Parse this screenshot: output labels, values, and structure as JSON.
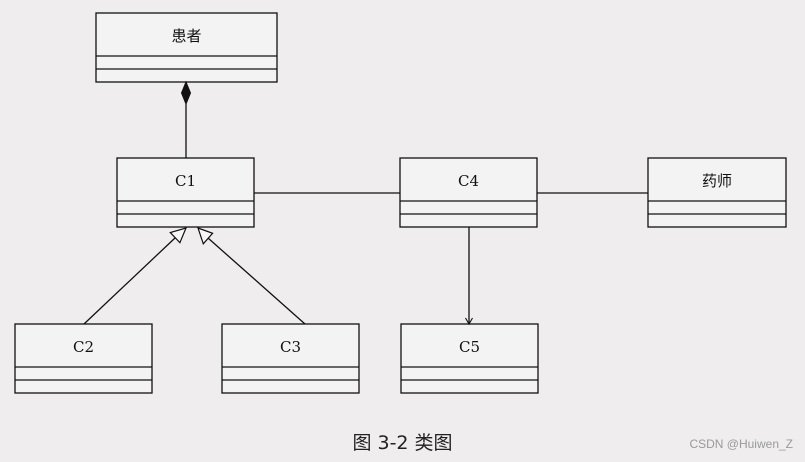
{
  "classes": {
    "patient": "患者",
    "c1": "C1",
    "c2": "C2",
    "c3": "C3",
    "c4": "C4",
    "c5": "C5",
    "pharmacist": "药师"
  },
  "caption": "图 3-2  类图",
  "watermark": "CSDN @Huiwen_Z",
  "colors": {
    "line": "#111111",
    "box_fill": "#f3f3f3",
    "background": "#efeded"
  }
}
